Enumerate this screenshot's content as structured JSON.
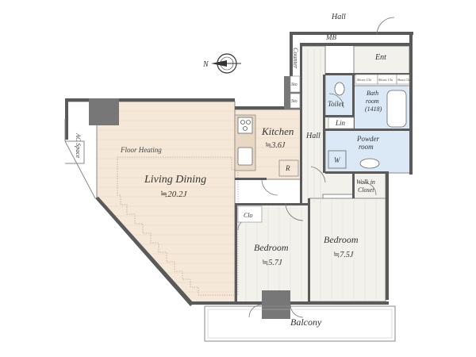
{
  "colors": {
    "wall": "#5a5a5a",
    "wood_floor": "#f6e8d8",
    "room_floor": "#f2f1ec",
    "tile_floor": "#dbe9f6",
    "outline": "#8a8a8a"
  },
  "labels": {
    "hall_top": "Hall",
    "mb": "MB",
    "counter": "Counter",
    "ent": "Ent",
    "sto1": "Sto",
    "sto2": "Sto",
    "shoe_clo1": "Shoes Clo",
    "shoe_clo2": "Shoes Clo",
    "shoe_clo3": "Shoes Clo",
    "toilet": "Toilet",
    "bath1": "Bath",
    "bath2": "room",
    "bath3": "(1418)",
    "lin": "Lin",
    "kitchen": "Kitchen",
    "kitchen_area": "≒3.6J",
    "hall": "Hall",
    "powder1": "Powder",
    "powder2": "room",
    "w": "W",
    "r": "R",
    "floor_heating": "Floor Heating",
    "living": "Living Dining",
    "living_area": "≒20.2J",
    "ac_space": "AC Space",
    "walkin1": "Walk in",
    "walkin2": "Closet",
    "clo": "Clo",
    "bedroom1": "Bedroom",
    "bedroom1_area": "≒5.7J",
    "bedroom2": "Bedroom",
    "bedroom2_area": "≒7.5J",
    "balcony": "Balcony",
    "north": "N"
  }
}
